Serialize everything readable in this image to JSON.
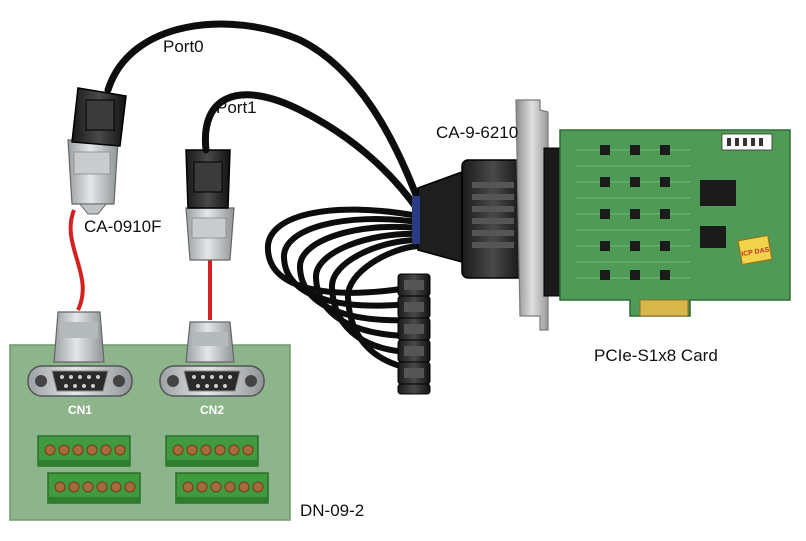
{
  "labels": {
    "port0": "Port0",
    "port1": "Port1",
    "ca_9_6210": "CA-9-6210",
    "ca_0910f": "CA-0910F",
    "card": "PCIe-S1x8 Card",
    "cn1": "CN1",
    "cn2": "CN2",
    "board": "DN-09-2",
    "icp_logo": "ICP DAS"
  },
  "colors": {
    "cable_black": "#0d0d0d",
    "cable_red": "#d42020",
    "board_green": "#8eb48c",
    "pcb_green": "#4f9a57",
    "connector_grey": "#c9cdd0",
    "terminal_green": "#3f9b3d",
    "terminal_screw": "#a86a3a",
    "bracket_metal": "#b9b9b9"
  },
  "icons": {
    "db9_connector": "db9-connector-icon",
    "db37_connector": "db37-connector-icon",
    "terminal_block": "terminal-block-icon"
  }
}
